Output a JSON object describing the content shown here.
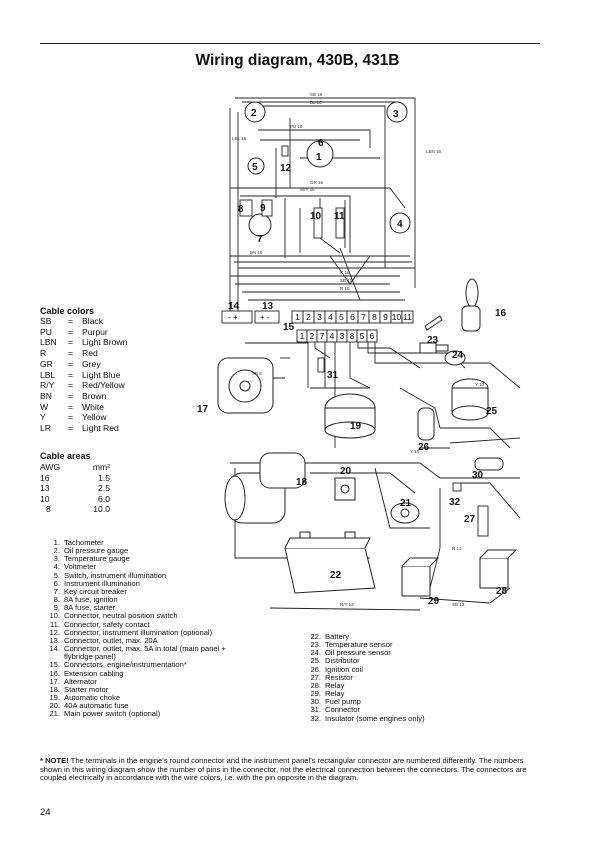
{
  "title": "Wiring diagram, 430B, 431B",
  "cable_colors": {
    "heading": "Cable colors",
    "rows": [
      {
        "code": "SB",
        "eq": "=",
        "name": "Black"
      },
      {
        "code": "PU",
        "eq": "=",
        "name": "Purpur"
      },
      {
        "code": "LBN",
        "eq": "=",
        "name": "Light Brown"
      },
      {
        "code": "R",
        "eq": "=",
        "name": "Red"
      },
      {
        "code": "GR",
        "eq": "=",
        "name": "Grey"
      },
      {
        "code": "LBL",
        "eq": "=",
        "name": "Light Blue"
      },
      {
        "code": "R/Y",
        "eq": "=",
        "name": "Red/Yellow"
      },
      {
        "code": "BN",
        "eq": "=",
        "name": "Brown"
      },
      {
        "code": "W",
        "eq": "=",
        "name": "White"
      },
      {
        "code": "Y",
        "eq": "=",
        "name": "Yellow"
      },
      {
        "code": "LR",
        "eq": "=",
        "name": "Light Red"
      }
    ]
  },
  "cable_areas": {
    "heading": "Cable  areas",
    "col_awg": "AWG",
    "col_mm": "mm²",
    "rows": [
      {
        "awg": "16",
        "mm": "1.5"
      },
      {
        "awg": "13",
        "mm": "2.5"
      },
      {
        "awg": "10",
        "mm": "6.0"
      },
      {
        "awg": "8",
        "mm": "10.0"
      }
    ]
  },
  "legend_left": [
    {
      "n": "1.",
      "t": "Tachometer"
    },
    {
      "n": "2.",
      "t": "Oil pressure gauge"
    },
    {
      "n": "3.",
      "t": "Temperature gauge"
    },
    {
      "n": "4.",
      "t": "Voltmeter"
    },
    {
      "n": "5.",
      "t": "Switch, instrument illumination"
    },
    {
      "n": "6.",
      "t": "Instrument illumination"
    },
    {
      "n": "7.",
      "t": "Key circuit breaker"
    },
    {
      "n": "8.",
      "t": "8A fuse, ignition"
    },
    {
      "n": "9.",
      "t": "8A fuse, starter"
    },
    {
      "n": "10.",
      "t": "Connector, neutral position switch"
    },
    {
      "n": "11.",
      "t": "Connector, safety contact"
    },
    {
      "n": "12.",
      "t": "Connector, instrument illumination (optional)"
    },
    {
      "n": "13.",
      "t": "Connector, outlet, max. 20A"
    },
    {
      "n": "14.",
      "t": "Connector, outlet, max. 5A in total (main panel +"
    },
    {
      "n": "",
      "t": "flybridge panel)"
    },
    {
      "n": "15.",
      "t": "Connectors, engine/instrumentation*"
    },
    {
      "n": "16.",
      "t": "Extension cabling"
    },
    {
      "n": "17.",
      "t": "Alternator"
    },
    {
      "n": "18.",
      "t": "Starter motor"
    },
    {
      "n": "19.",
      "t": "Automatic choke"
    },
    {
      "n": "20.",
      "t": "40A automatic fuse"
    },
    {
      "n": "21.",
      "t": "Main power switch (optional)"
    }
  ],
  "legend_right": [
    {
      "n": "22.",
      "t": "Battery"
    },
    {
      "n": "23.",
      "t": "Temperature sensor"
    },
    {
      "n": "24.",
      "t": "Oil pressure sensor"
    },
    {
      "n": "25.",
      "t": "Distributor"
    },
    {
      "n": "26.",
      "t": "Ignition coil"
    },
    {
      "n": "27.",
      "t": "Resistor"
    },
    {
      "n": "28.",
      "t": "Relay"
    },
    {
      "n": "29.",
      "t": "Relay"
    },
    {
      "n": "30.",
      "t": "Fuel pump"
    },
    {
      "n": "31.",
      "t": "Connector"
    },
    {
      "n": "32.",
      "t": "Insulator (some engines only)"
    }
  ],
  "note": {
    "label": "* NOTE!",
    "text": " The terminals in the engine's round connector and the instrument panel's rectangular connector are numbered differently. The numbers shown in this wiring diagram show the number of pins in the connector, not the electrical connection between the connectors. The connectors are coupled electrically in accordance with the wire colors, i.e. with the pin opposite in the diagram."
  },
  "page_number": "24",
  "diagram": {
    "labels": [
      "1",
      "2",
      "3",
      "4",
      "5",
      "6",
      "7",
      "8",
      "9",
      "10",
      "11",
      "12",
      "13",
      "14",
      "15",
      "16",
      "17",
      "18",
      "19",
      "20",
      "21",
      "22",
      "23",
      "24",
      "25",
      "26",
      "27",
      "28",
      "29",
      "30",
      "31",
      "32"
    ],
    "connector_top_pins": [
      "1",
      "2",
      "3",
      "4",
      "5",
      "6",
      "7",
      "8",
      "9",
      "10",
      "11"
    ],
    "connector_bottom_pins": [
      "1",
      "2",
      "7",
      "4",
      "3",
      "8",
      "5",
      "6"
    ],
    "outlet_14": "- +",
    "outlet_13": "+ -",
    "wire_tags": [
      "SB 16",
      "BL 16",
      "PU 16",
      "LBL 16",
      "R 16",
      "SB 10",
      "R 10",
      "GR 16",
      "BN 16",
      "W/Y 16",
      "LBN 16",
      "Y 13",
      "R 13",
      "SB 13",
      "R/Y 13",
      "SB 8",
      "Y 16"
    ]
  }
}
